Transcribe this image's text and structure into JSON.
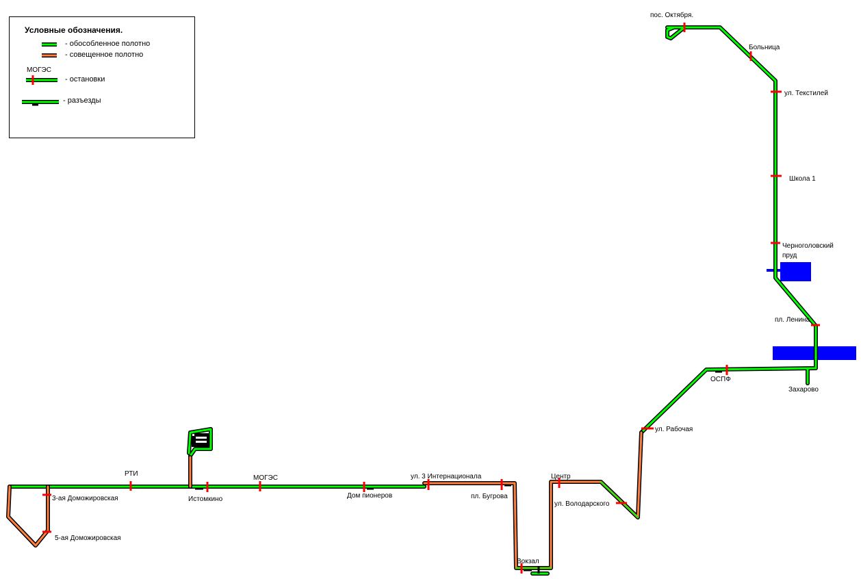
{
  "legend": {
    "title": "Условные обозначения.",
    "separate_track": "- обособленное полотно",
    "combined_track": "- совещенное полотно",
    "stop_example": "МОГЭС",
    "stops": "- остановки",
    "passings": "- разъезды"
  },
  "colors": {
    "separate_track": "#00ff00",
    "combined_track": "#ff8040",
    "outline": "#000000",
    "stop_marker": "#ff0000",
    "water": "#0000ff"
  },
  "stops": {
    "pos_oktyabrya": "пос. Октября.",
    "bolnitsa": "Больница",
    "ul_tekstiley": "ул. Текстилей",
    "shkola1": "Школа 1",
    "chernogolovsky_1": "Черноголовский",
    "chernogolovsky_2": "пруд",
    "pl_lenina": "пл. Ленина",
    "ospf": "ОСПФ",
    "zakharovo": "Захарово",
    "ul_rabochaya": "ул. Рабочая",
    "tsentr": "Центр",
    "ul_volodarskogo": "ул. Володарского",
    "vokzal": "Вокзал",
    "pl_bugrova": "пл. Бугрова",
    "ul_3_internatsionala": "ул. 3 Интернационала",
    "dom_pionerov": "Дом пионеров",
    "mogeS": "МОГЭС",
    "istomkino": "Истомкино",
    "rti": "РТИ",
    "domozhirovskaya3": "3-ая Доможировская",
    "domozhirovskaya5": "5-ая Доможировская"
  }
}
